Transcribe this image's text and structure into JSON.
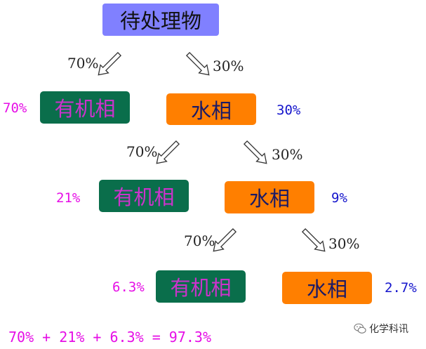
{
  "root": {
    "label": "待处理物"
  },
  "levels": [
    {
      "left_ratio": "70%",
      "right_ratio": "30%",
      "organic_label": "有机相",
      "aqueous_label": "水相",
      "organic_pct": "70%",
      "aqueous_pct": "30%"
    },
    {
      "left_ratio": "70%",
      "right_ratio": "30%",
      "organic_label": "有机相",
      "aqueous_label": "水相",
      "organic_pct": "21%",
      "aqueous_pct": "9%"
    },
    {
      "left_ratio": "70%",
      "right_ratio": "30%",
      "organic_label": "有机相",
      "aqueous_label": "水相",
      "organic_pct": "6.3%",
      "aqueous_pct": "2.7%"
    }
  ],
  "formula": "70% + 21% + 6.3% = 97.3%",
  "watermark": {
    "text": "化学科讯",
    "icon": "wechat-icon"
  },
  "colors": {
    "root": "#8080ff",
    "organic": "#0a6e4b",
    "aqueous": "#ff7f00",
    "organic_text": "#cc33cc",
    "aqueous_text": "#1a1a66",
    "organic_pct": "#e60ee6",
    "aqueous_pct": "#1515cc"
  }
}
